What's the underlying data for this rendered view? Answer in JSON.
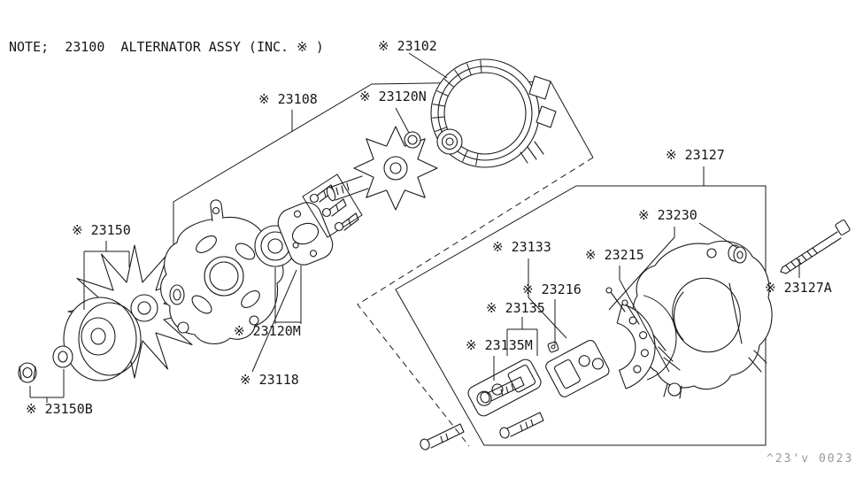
{
  "note_text": "NOTE;  23100  ALTERNATOR ASSY (INC. ※ )",
  "diagram_code": "^23'v 0023",
  "colors": {
    "line": "#1a1a1a",
    "background": "#ffffff",
    "code_text": "#9a9a9a"
  },
  "part_labels": {
    "p23102": "※ 23102",
    "p23108": "※ 23108",
    "p23120N": "※ 23120N",
    "p23127": "※ 23127",
    "p23150": "※ 23150",
    "p23230": "※ 23230",
    "p23133": "※ 23133",
    "p23215": "※ 23215",
    "p23216": "※ 23216",
    "p23135": "※ 23135",
    "p23135M": "※ 23135M",
    "p23120M": "※ 23120M",
    "p23118": "※ 23118",
    "p23150B": "※ 23150B",
    "p23127A": "※ 23127A"
  }
}
